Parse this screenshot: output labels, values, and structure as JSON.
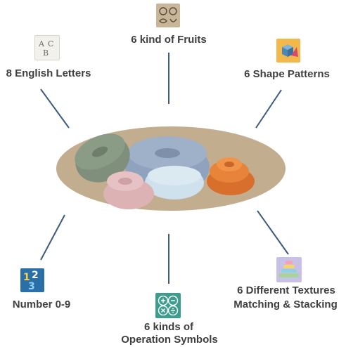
{
  "features": {
    "fruits": "6 kind of Fruits",
    "letters": "8 English Letters",
    "shapes": "6 Shape Patterns",
    "numbers": "Number 0-9",
    "operations_line1": "6 kinds of",
    "operations_line2": "Operation Symbols",
    "textures_line1": "6 Different Textures",
    "textures_line2": "Matching & Stacking"
  },
  "icons": {
    "fruits": "fruit-icon",
    "letters": "abc-letters-icon",
    "shapes": "shape-blocks-icon",
    "numbers": "number-123-icon",
    "operations": "math-operations-icon",
    "textures": "stacking-rings-icon"
  },
  "colors": {
    "text": "#3f3f3f",
    "line": "#3d5a80",
    "base": "#c2ad8f",
    "green_ring": "#8a9b86",
    "blue_ring": "#8fa3bf",
    "light_blue_ring": "#cfe1ec",
    "pink_ring": "#e6c2c4",
    "orange_ring": "#e8843a"
  }
}
